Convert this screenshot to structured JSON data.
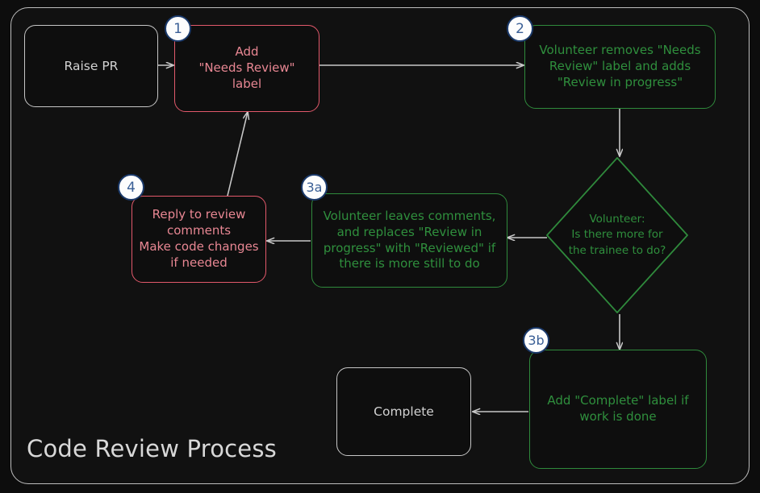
{
  "diagram": {
    "title": "Code Review Process",
    "type": "flowchart",
    "colors": {
      "background": "#0d0d0d",
      "frame_border": "#bdbdbd",
      "neutral": "#c6c6c6",
      "red": "#e2596b",
      "red_text": "#e88793",
      "green": "#2f8a3c",
      "green_text": "#2f8f3d",
      "edge": "#c8c8c8",
      "badge_fill": "#fdfdfd",
      "badge_border": "#1b3a6b",
      "badge_text": "#3a5f96"
    },
    "nodes": [
      {
        "id": "raise-pr",
        "label": "Raise PR",
        "shape": "rounded-rect",
        "style": "neutral",
        "badge": ""
      },
      {
        "id": "step-1",
        "label": "Add\n\"Needs Review\"\nlabel",
        "shape": "rounded-rect",
        "style": "red",
        "badge": "1"
      },
      {
        "id": "step-2",
        "label": "Volunteer removes \"Needs\nReview\" label and adds\n\"Review in progress\"",
        "shape": "rounded-rect",
        "style": "green",
        "badge": "2"
      },
      {
        "id": "decision",
        "label": "Volunteer:\nIs there more for\nthe trainee to do?",
        "shape": "diamond",
        "style": "green",
        "badge": ""
      },
      {
        "id": "step-3a",
        "label": "Volunteer leaves comments,\nand replaces \"Review in\nprogress\" with \"Reviewed\" if\nthere is more still to do",
        "shape": "rounded-rect",
        "style": "green",
        "badge": "3a"
      },
      {
        "id": "step-4",
        "label": "Reply to review\ncomments\nMake code changes\nif needed",
        "shape": "rounded-rect",
        "style": "red",
        "badge": "4"
      },
      {
        "id": "step-3b",
        "label": "Add \"Complete\" label if\nwork is done",
        "shape": "rounded-rect",
        "style": "green",
        "badge": "3b"
      },
      {
        "id": "complete",
        "label": "Complete",
        "shape": "rounded-rect",
        "style": "neutral",
        "badge": ""
      }
    ],
    "edges": [
      {
        "from": "raise-pr",
        "to": "step-1",
        "label": ""
      },
      {
        "from": "step-1",
        "to": "step-2",
        "label": ""
      },
      {
        "from": "step-2",
        "to": "decision",
        "label": ""
      },
      {
        "from": "decision",
        "to": "step-3a",
        "label": ""
      },
      {
        "from": "decision",
        "to": "step-3b",
        "label": ""
      },
      {
        "from": "step-3a",
        "to": "step-4",
        "label": ""
      },
      {
        "from": "step-4",
        "to": "step-1",
        "label": ""
      },
      {
        "from": "step-3b",
        "to": "complete",
        "label": ""
      }
    ]
  }
}
